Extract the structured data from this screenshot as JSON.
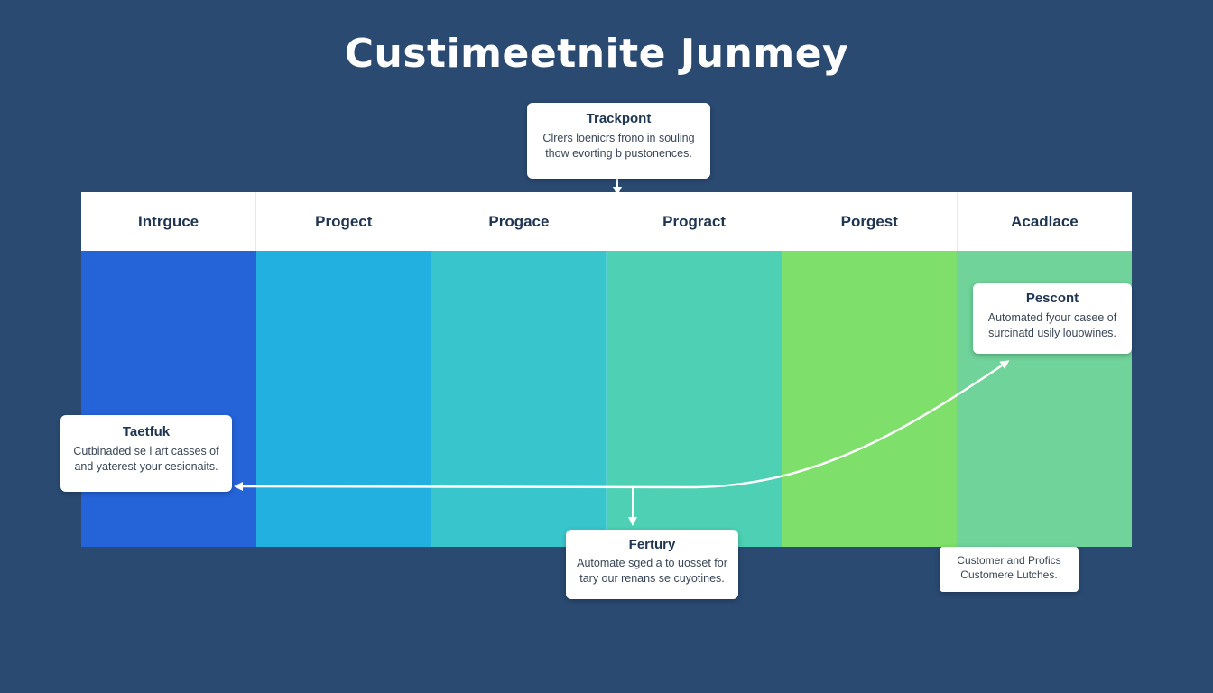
{
  "title": "Custimeetnite Junmey",
  "stages": [
    {
      "label": "Intrguce",
      "color": "#2563d9"
    },
    {
      "label": "Progect",
      "color": "#22b0e0"
    },
    {
      "label": "Progace",
      "color": "#38c6cc"
    },
    {
      "label": "Progract",
      "color": "#4dd0b4"
    },
    {
      "label": "Porgest",
      "color": "#7ee06a"
    },
    {
      "label": "Acadlace",
      "color": "#6fd39a"
    }
  ],
  "cards": {
    "trackpont": {
      "title": "Trackpont",
      "lines": [
        "Clrers loenicrs frono in souling",
        "thow evorting b pustonences."
      ]
    },
    "pescont": {
      "title": "Pescont",
      "lines": [
        "Automated fyour casee of",
        "surcinatd usily louowines."
      ]
    },
    "taetfuk": {
      "title": "Taetfuk",
      "lines": [
        "Cutbinaded se l art casses of",
        "and yaterest your cesionaits."
      ]
    },
    "fertury": {
      "title": "Fertury",
      "lines": [
        "Automate sged a to uosset for",
        "tary our renans se cuyotines."
      ]
    },
    "customer": {
      "title": "",
      "lines": [
        "Customer and Profics",
        "Customere Lutches."
      ]
    }
  },
  "colors": {
    "background": "#2a4a72",
    "arrow": "#ffffff"
  }
}
